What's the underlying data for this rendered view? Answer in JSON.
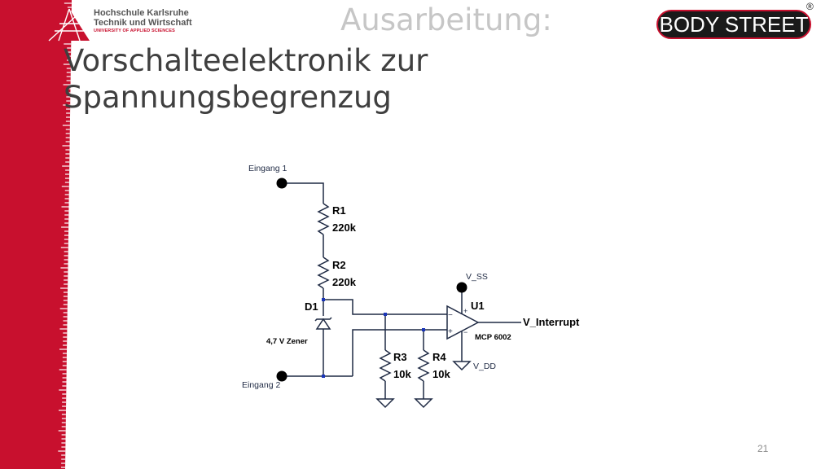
{
  "header": {
    "logo": {
      "line1": "Hochschule Karlsruhe",
      "line2": "Technik und Wirtschaft",
      "line3": "UNIVERSITY OF APPLIED SCIENCES"
    },
    "title_line1": "Ausarbeitung:",
    "title_line2": "Vorschalteelektronik zur",
    "title_line3": "Spannungsbegrenzug",
    "brand": "BODY STREET",
    "brand_mark": "®"
  },
  "circuit": {
    "input1_label": "Eingang 1",
    "input2_label": "Eingang 2",
    "r1_name": "R1",
    "r1_value": "220k",
    "r2_name": "R2",
    "r2_value": "220k",
    "d1_name": "D1",
    "d1_value": "4,7 V Zener",
    "r3_name": "R3",
    "r3_value": "10k",
    "r4_name": "R4",
    "r4_value": "10k",
    "u1_name": "U1",
    "u1_value": "MCP 6002",
    "vss_label": "V_SS",
    "vdd_label": "V_DD",
    "output_label": "V_Interrupt",
    "minus_sign": "−",
    "plus_sign": "+"
  },
  "footer": {
    "page_number": "21"
  },
  "colors": {
    "accent_red": "#c8102e",
    "wire": "#1f2a44",
    "junction": "#1a35b8",
    "title": "#3f3f3f"
  }
}
